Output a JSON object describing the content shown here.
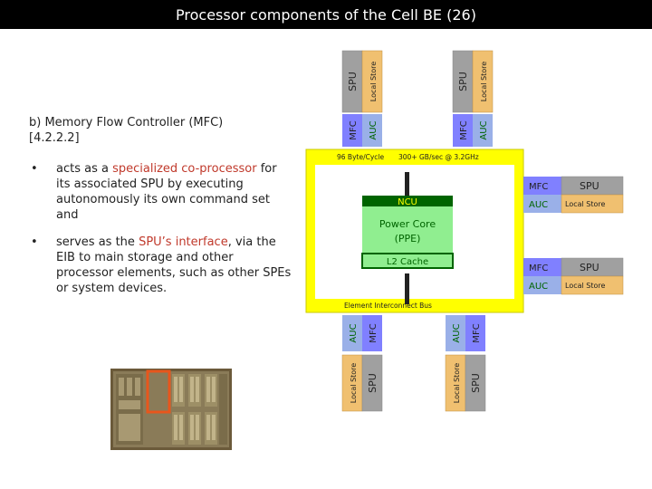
{
  "title": "Processor components of the Cell BE (26)",
  "section": {
    "heading_line1": "b) Memory Flow Controller (MFC)",
    "heading_line2": "[4.2.2.2]"
  },
  "bullets": [
    {
      "bullet": "•",
      "pre": "acts as a ",
      "highlight": "specialized co-processor",
      "post": " for its associated SPU by executing autonomously its own command set and"
    },
    {
      "bullet": "•",
      "pre": "serves as the ",
      "highlight": "SPU’s interface",
      "post": ", via the EIB to main storage and other processor elements, such as other SPEs or system devices."
    }
  ],
  "colors": {
    "highlight": "#c0392b",
    "bus_yellow": "#ffff00",
    "ppe_green": "#90ee90",
    "mfc_blue": "#8080ff",
    "auc_blue": "#9ab0e8",
    "localstore_orange": "#f0c070",
    "spu_gray": "#a0a0a0",
    "dark_green": "#006400"
  },
  "diagram": {
    "spe_top_left": {
      "spu": "SPU",
      "local_store": "Local Store",
      "mfc": "MFC",
      "auc": "AUC"
    },
    "spe_top_right": {
      "spu": "SPU",
      "local_store": "Local Store",
      "mfc": "MFC",
      "auc": "AUC"
    },
    "spe_bottom_left": {
      "spu": "SPU",
      "local_store": "Local Store",
      "mfc": "MFC",
      "auc": "AUC"
    },
    "spe_bottom_right": {
      "spu": "SPU",
      "local_store": "Local Store",
      "mfc": "MFC",
      "auc": "AUC"
    },
    "spe_right_top": {
      "spu": "SPU",
      "local_store": "Local Store",
      "mfc": "MFC",
      "auc": "AUC"
    },
    "spe_right_bottom": {
      "spu": "SPU",
      "local_store": "Local Store",
      "mfc": "MFC",
      "auc": "AUC"
    },
    "bus_label_left": "96 Byte/Cycle",
    "bus_label_right": "300+ GB/sec @ 3.2GHz",
    "ncu": "NCU",
    "ppe_line1": "Power Core",
    "ppe_line2": "(PPE)",
    "l2": "L2 Cache",
    "eib": "Element Interconnect Bus"
  },
  "chip_image": "cell-be-die-photo"
}
